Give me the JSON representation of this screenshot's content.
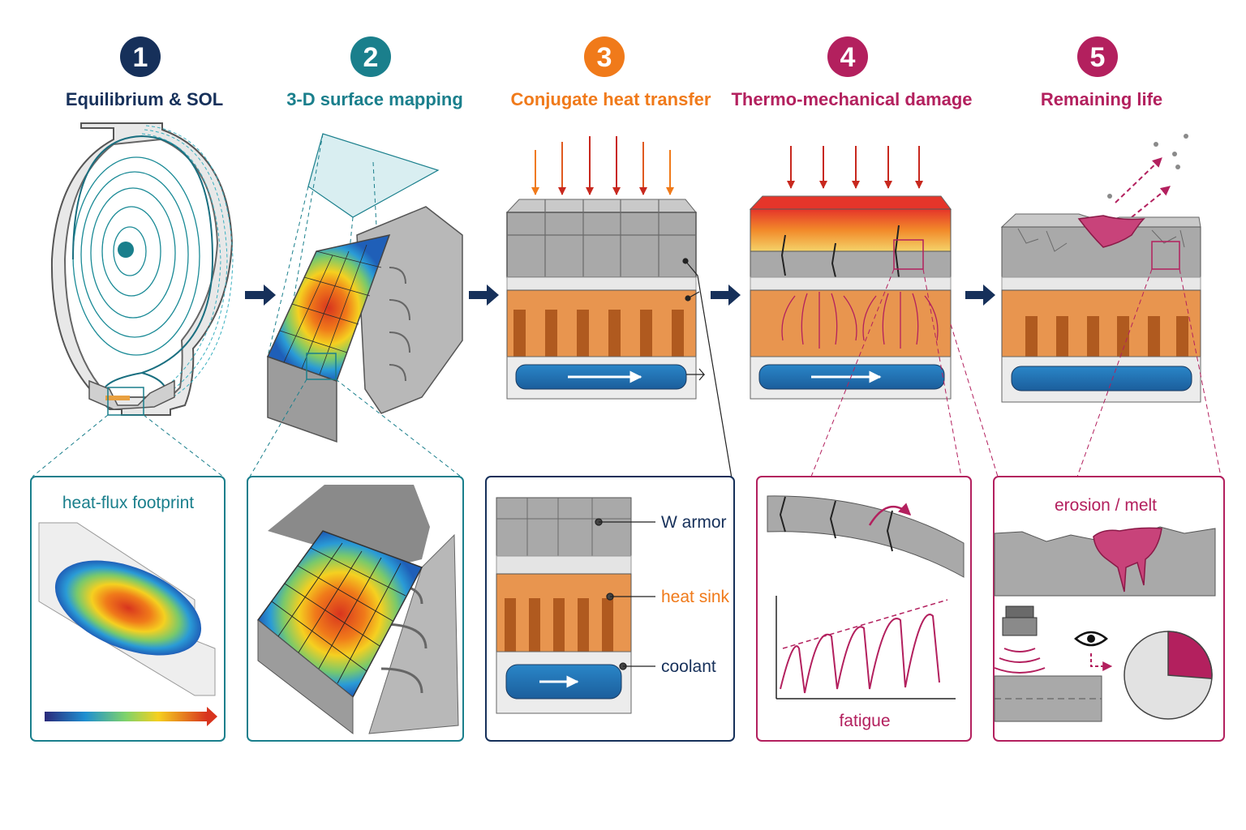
{
  "steps": [
    {
      "number": "1",
      "title": "Equilibrium & SOL",
      "color": "#16305a"
    },
    {
      "number": "2",
      "title": "3-D surface mapping",
      "color": "#1a7f8c"
    },
    {
      "number": "3",
      "title": "Conjugate heat transfer",
      "color": "#f07a1a"
    },
    {
      "number": "4",
      "title": "Thermo-mechanical damage",
      "color": "#b3205e"
    },
    {
      "number": "5",
      "title": "Remaining life",
      "color": "#b3205e"
    }
  ],
  "insets": {
    "footprint_label": "heat-flux footprint",
    "w_armor_label": "W armor",
    "heat_sink_label": "heat sink",
    "coolant_label": "coolant",
    "fatigue_label": "fatigue",
    "erosion_label": "erosion / melt"
  },
  "colors": {
    "navy": "#16305a",
    "teal": "#1a7f8c",
    "orange": "#f07a1a",
    "magenta": "#b3205e",
    "copper": "#e8954f",
    "coolant": "#1f74b8",
    "tungsten": "#a9a9a9"
  }
}
